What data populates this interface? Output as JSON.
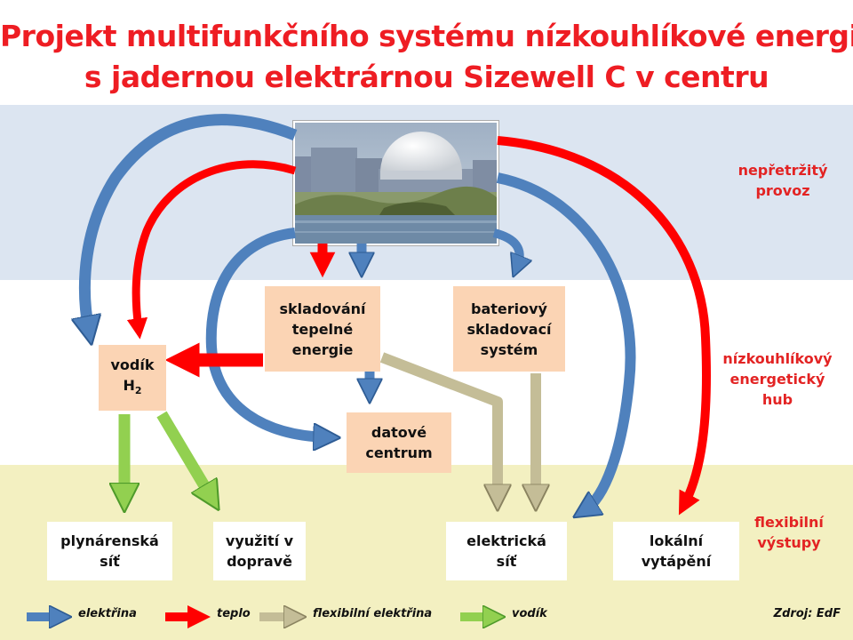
{
  "title": {
    "line1": "Projekt multifunkčního systému nízkouhlíkové energie",
    "line2": "s jadernou elektrárnou Sizewell C v centru"
  },
  "side_labels": {
    "top": [
      "nepřetržitý",
      "provoz"
    ],
    "middle": [
      "nízkouhlíkový",
      "energetický",
      "hub"
    ],
    "bottom": [
      "flexibilní",
      "výstupy"
    ]
  },
  "nodes": {
    "vodik": [
      "vodík",
      "H",
      "2"
    ],
    "thermal": [
      "skladování",
      "tepelné",
      "energie"
    ],
    "battery": [
      "bateriový",
      "skladovací",
      "systém"
    ],
    "datacenter": [
      "datové",
      "centrum"
    ],
    "gas": [
      "plynárenská",
      "síť"
    ],
    "transport": [
      "využití v",
      "dopravě"
    ],
    "grid": [
      "elektrická",
      "síť"
    ],
    "heating": [
      "lokální",
      "vytápění"
    ]
  },
  "legend": [
    {
      "label": "elektřina",
      "color": "#4f81bd"
    },
    {
      "label": "teplo",
      "color": "#ff0000"
    },
    {
      "label": "flexibilní elektřina",
      "color": "#c4bd97"
    },
    {
      "label": "vodík",
      "color": "#92d050"
    }
  ],
  "source": "Zdroj: EdF"
}
